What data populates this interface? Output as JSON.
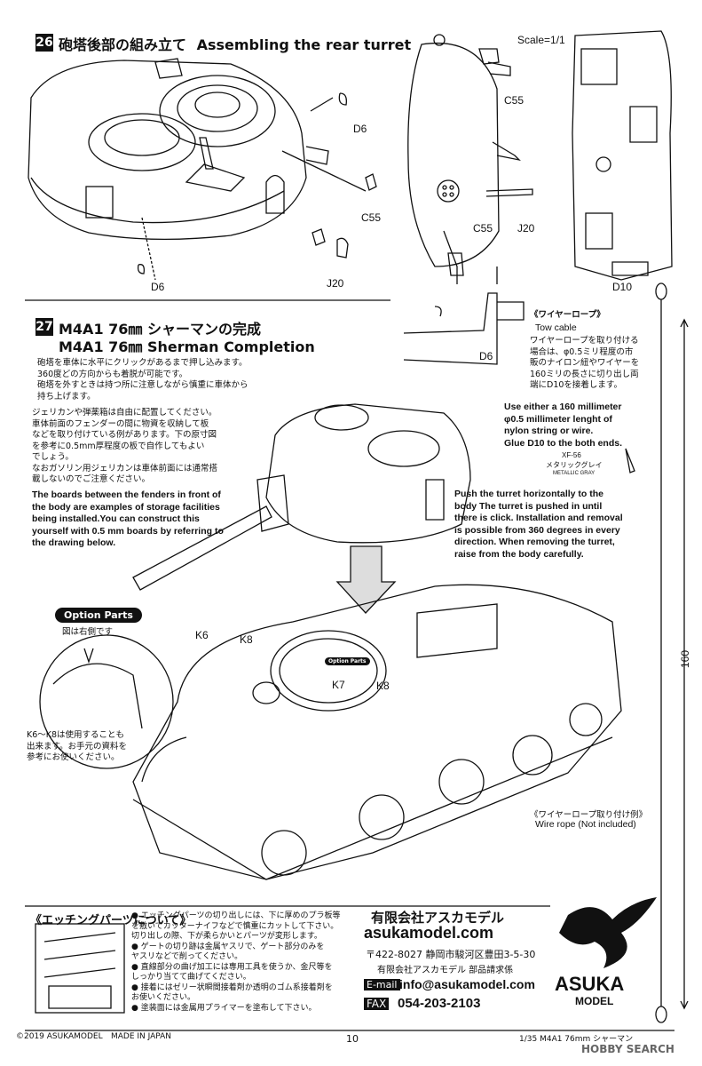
{
  "step26": {
    "number": "26",
    "title_jp": "砲塔後部の組み立て",
    "title_en": "Assembling the rear turret",
    "scale": "Scale=1/1",
    "labels": [
      "D6",
      "C55",
      "D6",
      "J20",
      "C55",
      "C55",
      "J20",
      "D10"
    ]
  },
  "step27": {
    "number": "27",
    "title_line1": "M4A1 76㎜ シャーマンの完成",
    "title_line2": "M4A1 76㎜ Sherman Completion",
    "jp_text1": "砲塔を車体に水平にクリックがあるまで押し込みます。\n360度どの方向からも着脱が可能です。\n砲塔を外すときは持つ所に注意しながら慎重に車体から\n持ち上げます。",
    "jp_text2": "ジェリカンや弾薬箱は自由に配置してください。\n車体前面のフェンダーの間に物資を収納して板\nなどを取り付けている例があります。下の原寸図\nを参考に0.5mm厚程度の板で自作してもよい\nでしょう。\nなおガソリン用ジェリカンは車体前面には通常搭\n載しないのでご注意ください。",
    "en_boards": "The boards between the fenders in front of\nthe body are examples of storage facilities\nbeing installed.You can construct this\nyourself with 0.5 mm boards by referring to\nthe drawing below.",
    "en_push": "Push the turret horizontally to the\nbody The turret is pushed in until\nthere is click. Installation and removal\nis possible from 360 degrees in every\ndirection. When removing the turret,\nraise from the body carefully.",
    "wire_title_jp": "《ワイヤーロープ》",
    "wire_title_en": "Tow cable",
    "wire_jp": "ワイヤーロープを取り付ける\n場合は、φ0.5ミリ程度の市\n販のナイロン紐やワイヤーを\n160ミリの長さに切り出し両\n端にD10を接着します。",
    "wire_en": "Use either a 160 millimeter\nφ0.5 millimeter lenght of\nnylon  string or wire.\nGlue D10 to the both ends.",
    "paint_code": "XF-56",
    "paint_jp": "メタリックグレイ",
    "paint_en": "METALLIC GRAY",
    "option_parts": "Option Parts",
    "option_note": "図は右側です",
    "option_small": "Option Parts",
    "k_note": "K6〜K8は使用することも\n出来ます。お手元の資料を\n参考にお使いください。",
    "labels": [
      "K6",
      "K8",
      "K7",
      "K8",
      "D6",
      "D10",
      "160"
    ],
    "wire_example_jp": "《ワイヤーロープ取り付け例》",
    "wire_example_en": "Wire rope (Not included)"
  },
  "etching": {
    "title": "《エッチングパーツについて》",
    "items": [
      "エッチングパーツの切り出しには、下に厚めのプラ板等\nを敷いてカッターナイフなどで慎重にカットして下さい。\n切り出しの際、下が柔らかいとパーツが変形します。",
      "ゲートの切り跡は金属ヤスリで、ゲート部分のみを\nヤスリなどで削ってください。",
      "直線部分の曲げ加工には専用工具を使うか、金尺等を\nしっかり当てて曲げてください。",
      "接着にはゼリー状瞬間接着剤か透明のゴム系接着剤を\nお使いください。",
      "塗装面には金属用プライマーを塗布して下さい。"
    ]
  },
  "company": {
    "name": "有限会社アスカモデル",
    "site": "asukamodel.com",
    "address": "〒422-8027 静岡市駿河区豊田3-5-30",
    "dept": "有限会社アスカモデル 部品請求係",
    "email_label": "E-mail",
    "email": "info@asukamodel.com",
    "fax_label": "FAX",
    "fax": "054-203-2103",
    "logo_line1": "ASUKA",
    "logo_line2": "MODEL"
  },
  "footer": {
    "copyright": "©2019 ASUKAMODEL",
    "made": "MADE IN JAPAN",
    "page": "10",
    "product": "1/35 M4A1 76mm シャーマン",
    "watermark": "HOBBY SEARCH"
  }
}
